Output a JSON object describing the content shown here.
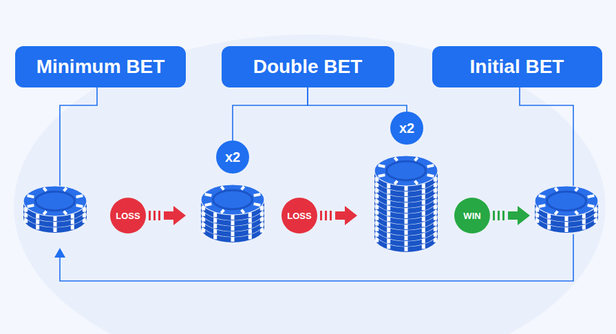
{
  "diagram": {
    "nodes": [
      {
        "text": [
          "Minimum BET"
        ]
      },
      {
        "text": [
          "Double BET"
        ]
      },
      {
        "text": [
          "Initial BET"
        ]
      },
      {
        "text": [
          "x2"
        ]
      },
      {
        "text": [
          "x2"
        ]
      },
      {
        "text": [
          "LOSS"
        ]
      },
      {
        "text": [
          "LOSS"
        ]
      },
      {
        "text": [
          "WIN"
        ]
      }
    ],
    "edges": [
      {
        "from": 1,
        "to": 3,
        "arrow": "none"
      },
      {
        "from": 1,
        "to": 4,
        "arrow": "none"
      }
    ]
  }
}
